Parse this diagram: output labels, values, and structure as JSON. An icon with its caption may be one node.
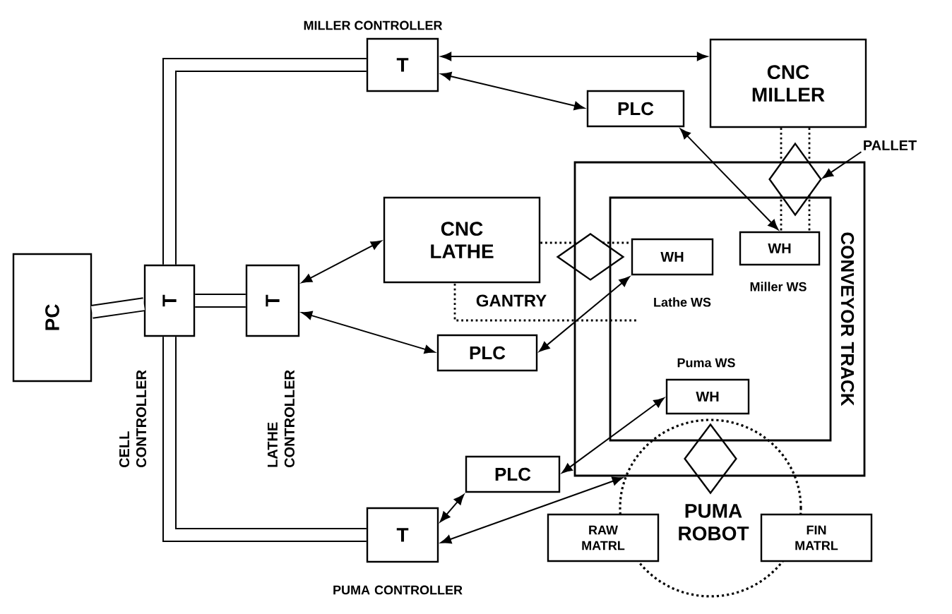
{
  "diagram": {
    "nodes": [
      {
        "text": [
          "PC"
        ]
      },
      {
        "text": [
          "T"
        ],
        "beside": [
          "CELL CONTROLLER"
        ]
      },
      {
        "text": [
          "T"
        ],
        "beside": [
          "LATHE CONTROLLER"
        ]
      },
      {
        "text": [
          "T"
        ],
        "beside": [
          "MILLER CONTROLLER"
        ]
      },
      {
        "text": [
          "T"
        ],
        "beside": [
          "PUMA CONTROLLER"
        ]
      },
      {
        "text": [
          "CNC MILLER"
        ]
      },
      {
        "text": [
          "PLC"
        ]
      },
      {
        "text": [
          "CNC LATHE"
        ]
      },
      {
        "text": [
          "PLC"
        ]
      },
      {
        "text": [
          "PLC"
        ]
      },
      {
        "text": [
          "CONVEYOR TRACK"
        ]
      },
      {
        "text": [
          "WH"
        ],
        "beside": [
          "Miller WS"
        ],
        "in": 10
      },
      {
        "text": [
          "WH"
        ],
        "beside": [
          "Lathe WS"
        ],
        "in": 10
      },
      {
        "text": [
          "WH"
        ],
        "beside": [
          "Puma WS"
        ],
        "in": 10
      },
      {
        "text": [],
        "shape": "diamond"
      },
      {
        "text": [
          "PALLET"
        ]
      },
      {
        "text": [],
        "shape": "diamond"
      },
      {
        "text": [
          "PUMA ROBOT"
        ]
      },
      {
        "text": [],
        "shape": "diamond",
        "in": 17
      },
      {
        "text": [
          "RAW MATRL"
        ]
      },
      {
        "text": [
          "FIN MATRL"
        ]
      }
    ],
    "edges": [
      {
        "from": 0,
        "to": 1,
        "arrow": "none",
        "style": "thick"
      },
      {
        "from": 1,
        "to": 2,
        "arrow": "none",
        "style": "thick"
      },
      {
        "from": 1,
        "to": 3,
        "arrow": "none",
        "style": "thick"
      },
      {
        "from": 1,
        "to": 4,
        "arrow": "none",
        "style": "thick"
      },
      {
        "from": 3,
        "to": 5,
        "arrow": "both"
      },
      {
        "from": 3,
        "to": 6,
        "arrow": "both"
      },
      {
        "from": 6,
        "to": 11,
        "arrow": "both"
      },
      {
        "from": 2,
        "to": 7,
        "arrow": "both"
      },
      {
        "from": 2,
        "to": 8,
        "arrow": "both"
      },
      {
        "from": 8,
        "to": 12,
        "arrow": "both"
      },
      {
        "from": 9,
        "to": 13,
        "arrow": "both"
      },
      {
        "from": 4,
        "to": 9,
        "arrow": "both"
      },
      {
        "from": 4,
        "to": 17,
        "arrow": "both"
      },
      {
        "from": 15,
        "to": 14,
        "arrow": "to"
      },
      {
        "from": 5,
        "to": 14,
        "arrow": "none",
        "style": "dashed"
      },
      {
        "from": 5,
        "to": 14,
        "arrow": "none",
        "style": "dashed"
      },
      {
        "from": 14,
        "to": 11,
        "arrow": "none",
        "style": "dashed"
      },
      {
        "from": 14,
        "to": 11,
        "arrow": "none",
        "style": "dashed"
      },
      {
        "from": 7,
        "to": 16,
        "arrow": "none",
        "style": "dashed"
      },
      {
        "from": 16,
        "to": 12,
        "arrow": "none",
        "style": "dashed"
      }
    ],
    "labels": [
      "GANTRY"
    ]
  }
}
